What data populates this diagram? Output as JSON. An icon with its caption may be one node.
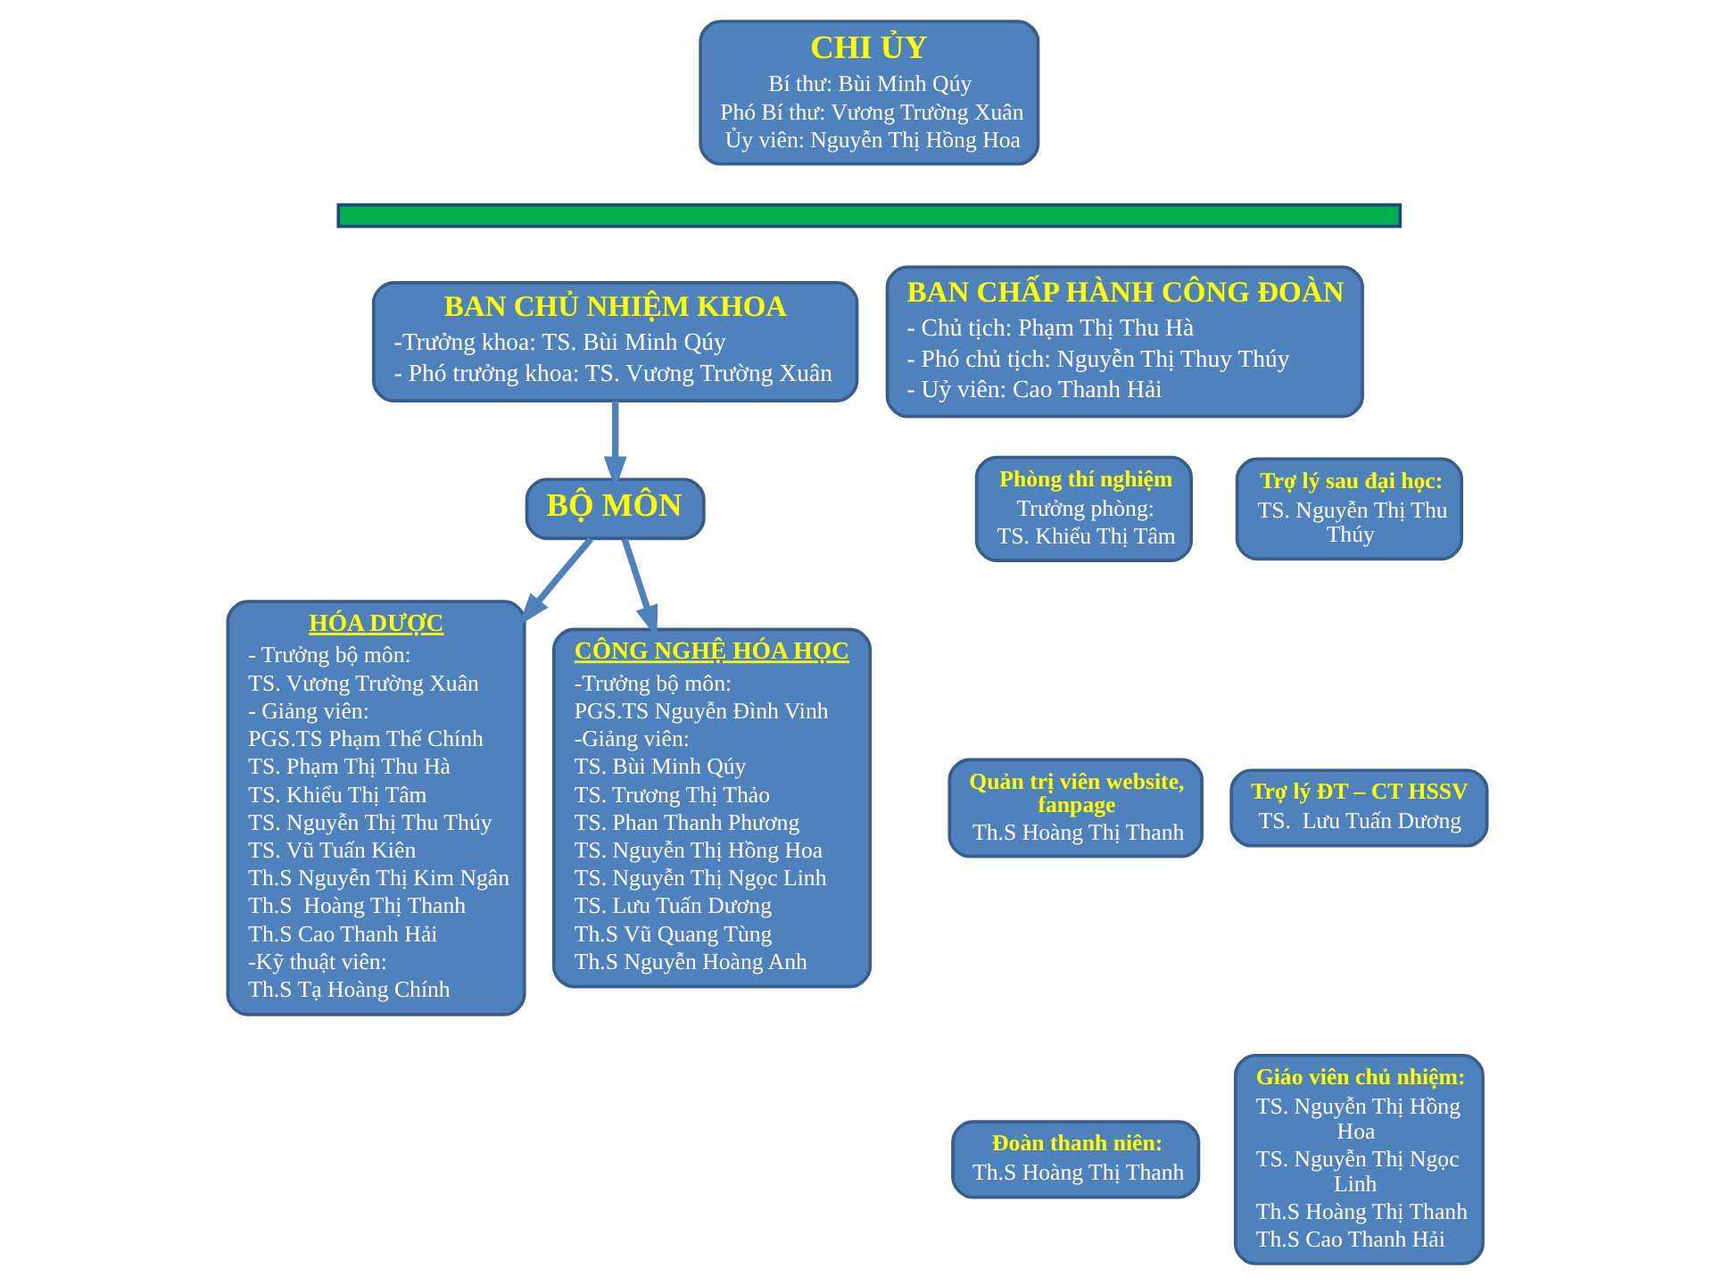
{
  "diagram": {
    "nodes": [
      {
        "text": [
          "CHI ỦY",
          "Bí thư: Bùi Minh Qúy",
          "Phó Bí thư: Vương Trường Xuân",
          "Ủy viên: Nguyễn Thị Hồng Hoa"
        ]
      },
      {
        "text": [],
        "shape": "bar"
      },
      {
        "text": [
          "BAN CHỦ NHIỆM KHOA",
          "-Trưởng khoa: TS. Bùi Minh Qúy",
          "- Phó trưởng khoa: TS. Vương Trường Xuân"
        ]
      },
      {
        "text": [
          "BAN CHẤP HÀNH CÔNG ĐOÀN",
          "- Chủ tịch: Phạm Thị Thu Hà",
          "- Phó chủ tịch: Nguyễn Thị Thuy Thúy",
          "- Uỷ viên: Cao Thanh Hải"
        ]
      },
      {
        "text": [
          "BỘ MÔN"
        ]
      },
      {
        "text": [
          "HÓA DƯỢC",
          "- Trưởng bộ môn:",
          "TS. Vương Trường Xuân",
          "- Giảng viên:",
          "PGS.TS Phạm Thế Chính",
          "TS. Phạm Thị Thu Hà",
          "TS. Khiểu Thị Tâm",
          "TS. Nguyễn Thị Thu Thúy",
          "TS. Vũ Tuấn Kiên",
          "Th.S Nguyễn Thị Kim Ngân",
          "Th.S  Hoàng Thị Thanh",
          "Th.S Cao Thanh Hải",
          "-Kỹ thuật viên:",
          "Th.S Tạ Hoàng Chính"
        ]
      },
      {
        "text": [
          "CÔNG NGHỆ HÓA HỌC",
          "-Trưởng bộ môn:",
          "PGS.TS Nguyễn Đình Vinh",
          "-Giảng viên:",
          "TS. Bùi Minh Qúy",
          "TS. Trương Thị Thảo",
          "TS. Phan Thanh Phương",
          "TS. Nguyễn Thị Hồng Hoa",
          "TS. Nguyễn Thị Ngọc Linh",
          "TS. Lưu Tuấn Dương",
          "Th.S Vũ Quang Tùng",
          "Th.S Nguyễn Hoàng Anh"
        ]
      },
      {
        "text": [
          "Phòng thí nghiệm",
          "Trưởng phòng:",
          "TS. Khiểu Thị Tâm"
        ]
      },
      {
        "text": [
          "Trợ lý sau đại học:",
          "TS. Nguyễn Thị Thu Thúy"
        ]
      },
      {
        "text": [
          "Quản trị viên website, fanpage",
          "Th.S Hoàng Thị Thanh"
        ]
      },
      {
        "text": [
          "Trợ lý ĐT – CT HSSV",
          "TS.  Lưu Tuấn Dương"
        ]
      },
      {
        "text": [
          "Đoàn thanh niên:",
          "Th.S Hoàng Thị Thanh"
        ]
      },
      {
        "text": [
          "Giáo viên chủ nhiệm:",
          "TS. Nguyễn Thị Hồng Hoa",
          "TS. Nguyễn Thị Ngọc Linh",
          "Th.S Hoàng Thị Thanh",
          "Th.S Cao Thanh Hải"
        ]
      }
    ],
    "edges": [
      {
        "from": 2,
        "to": 4,
        "arrow": "to"
      },
      {
        "from": 4,
        "to": 5,
        "arrow": "to"
      },
      {
        "from": 4,
        "to": 6,
        "arrow": "to"
      }
    ]
  }
}
